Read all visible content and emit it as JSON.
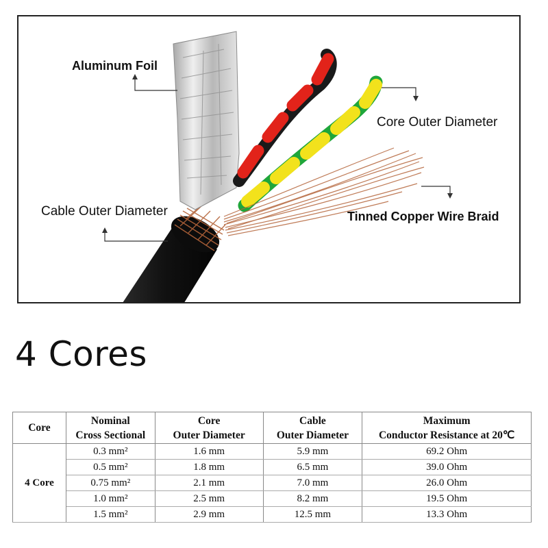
{
  "figure": {
    "callouts": {
      "aluminum_foil": "Aluminum Foil",
      "core_outer_diameter": "Core Outer Diameter",
      "cable_outer_diameter": "Cable Outer Diameter",
      "tinned_copper_braid": "Tinned Copper Wire Braid"
    }
  },
  "heading": "4 Cores",
  "table": {
    "headers": [
      {
        "line1": "Core",
        "line2": ""
      },
      {
        "line1": "Nominal",
        "line2": "Cross Sectional"
      },
      {
        "line1": "Core",
        "line2": "Outer Diameter"
      },
      {
        "line1": "Cable",
        "line2": "Outer Diameter"
      },
      {
        "line1": "Maximum",
        "line2": "Conductor Resistance at 20℃"
      }
    ],
    "core_label": "4 Core",
    "rows": [
      {
        "cross_section": "0.3 mm²",
        "core_od": "1.6 mm",
        "cable_od": "5.9 mm",
        "resistance": "69.2 Ohm"
      },
      {
        "cross_section": "0.5 mm²",
        "core_od": "1.8 mm",
        "cable_od": "6.5 mm",
        "resistance": "39.0 Ohm"
      },
      {
        "cross_section": "0.75 mm²",
        "core_od": "2.1 mm",
        "cable_od": "7.0 mm",
        "resistance": "26.0 Ohm"
      },
      {
        "cross_section": "1.0 mm²",
        "core_od": "2.5 mm",
        "cable_od": "8.2 mm",
        "resistance": "19.5 Ohm"
      },
      {
        "cross_section": "1.5 mm²",
        "core_od": "2.9 mm",
        "cable_od": "12.5 mm",
        "resistance": "13.3 Ohm"
      }
    ]
  },
  "colors": {
    "jacket": "#151515",
    "foil": "#c9c9c9",
    "braid": "#b4643a",
    "wire_red": "#e2231a",
    "wire_black": "#1a1a1a",
    "wire_green": "#1fa63a",
    "wire_yellow": "#f2e21c"
  }
}
